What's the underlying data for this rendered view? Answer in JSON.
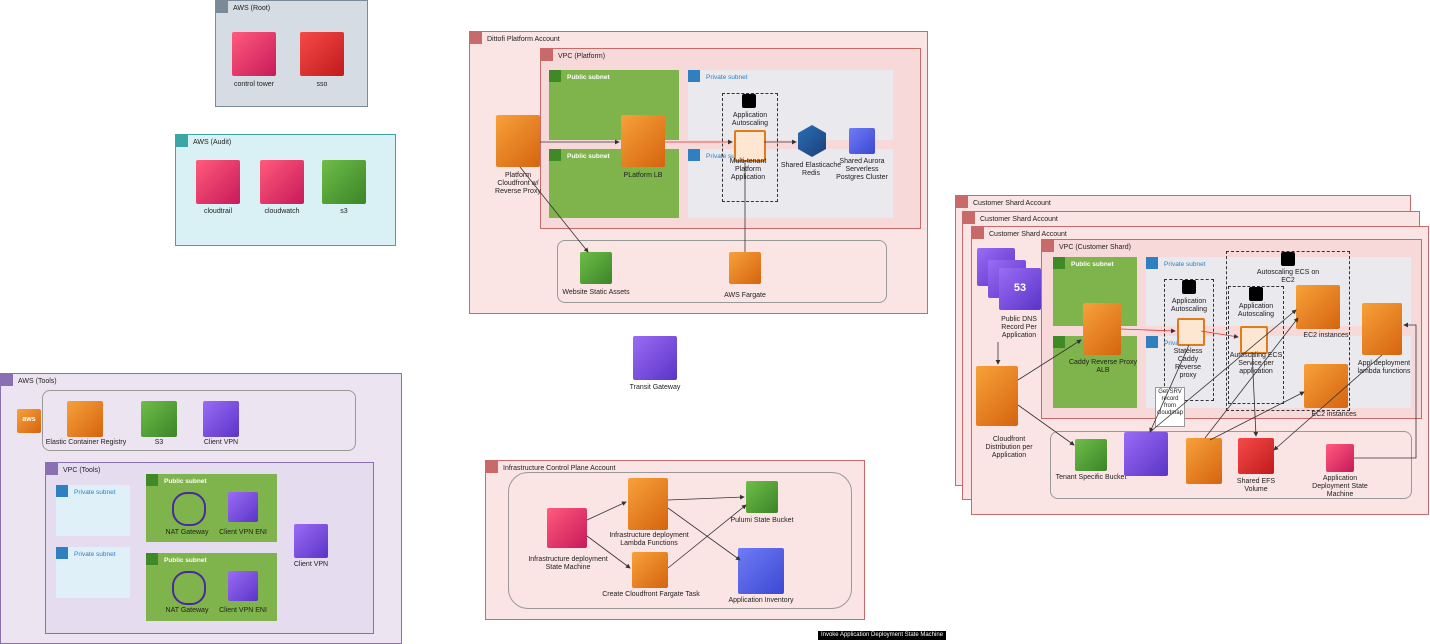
{
  "groups": {
    "aws_root": "AWS (Root)",
    "aws_audit": "AWS (Audit)",
    "aws_tools": "AWS (Tools)",
    "vpc_tools": "VPC (Tools)",
    "platform_account": "Dittofi Platform Account",
    "vpc_platform": "VPC (Platform)",
    "infra_account": "Infrastructure Control Plane Account",
    "customer_shard": "Customer Shard Account",
    "vpc_customer": "VPC (Customer Shard)",
    "public_subnet": "Public subnet",
    "private_subnet": "Private subnet"
  },
  "labels": {
    "control_tower": "control tower",
    "sso": "sso",
    "cloudtrail": "cloudtrail",
    "cloudwatch": "cloudwatch",
    "s3_audit": "s3",
    "ecr": "Elastic Container Registry",
    "s3_tools": "S3",
    "client_vpn": "Client VPN",
    "nat_gateway": "NAT Gateway",
    "client_vpn_eni": "Client VPN ENI",
    "client_vpn_outside": "Client VPN",
    "aws_logo": "aws",
    "platform_cloudfront": "Platform Cloudfront w/ Reverse Proxy",
    "platform_lb": "PLatform LB",
    "application_autoscaling": "Application Autoscaling",
    "multitenant_platform": "Multi-tenant Platform Application",
    "elasticache": "Shared Elasticache Redis",
    "aurora": "Shared Aurora Serverless Postgres Cluster",
    "website_static_assets": "Website Static Assets",
    "aws_fargate": "AWS Fargate",
    "transit_gateway": "Transit Gateway",
    "infra_state_machine": "Infrastructure deployment State Machine",
    "infra_lambda": "Infrastructure deployment Lambda Functions",
    "pulumi_bucket": "Pulumi State Bucket",
    "cloudfront_fargate_task": "Create Cloudfront Fargate Task",
    "application_inventory": "Application Inventory",
    "public_dns": "Public DNS Record Per Application",
    "cloudfront_per_app": "Cloudfront Distribution per Application",
    "caddy_alb": "Caddy Reverse Proxy ALB",
    "stateless_caddy": "Stateless Caddy Reverse proxy",
    "autoscaling_ecs_service": "Autoscaling ECS Service per application",
    "autoscaling_ecs_ec2": "Autoscaling ECS on EC2",
    "ec2_instances": "EC2 instances",
    "app_lambda": "Appl deployment lambda functions",
    "get_srv": "Get SRV record from cloudmap",
    "tenant_bucket": "Tenant Specific Bucket",
    "shared_efs": "Shared EFS Volume",
    "app_state_machine": "Application Deployment State Machine",
    "route53_number": "53",
    "invoke_caption": "Invoke Application Deployment State Machine"
  },
  "colors": {
    "account_border": "#c96a6a",
    "account_fill": "#fbe4e4",
    "public_subnet": "#7fb34b",
    "private_subnet": "#e9e9ee",
    "audit_fill": "#d9f1f4",
    "root_fill": "#d5dce4",
    "tools_fill": "#ece5f1"
  }
}
